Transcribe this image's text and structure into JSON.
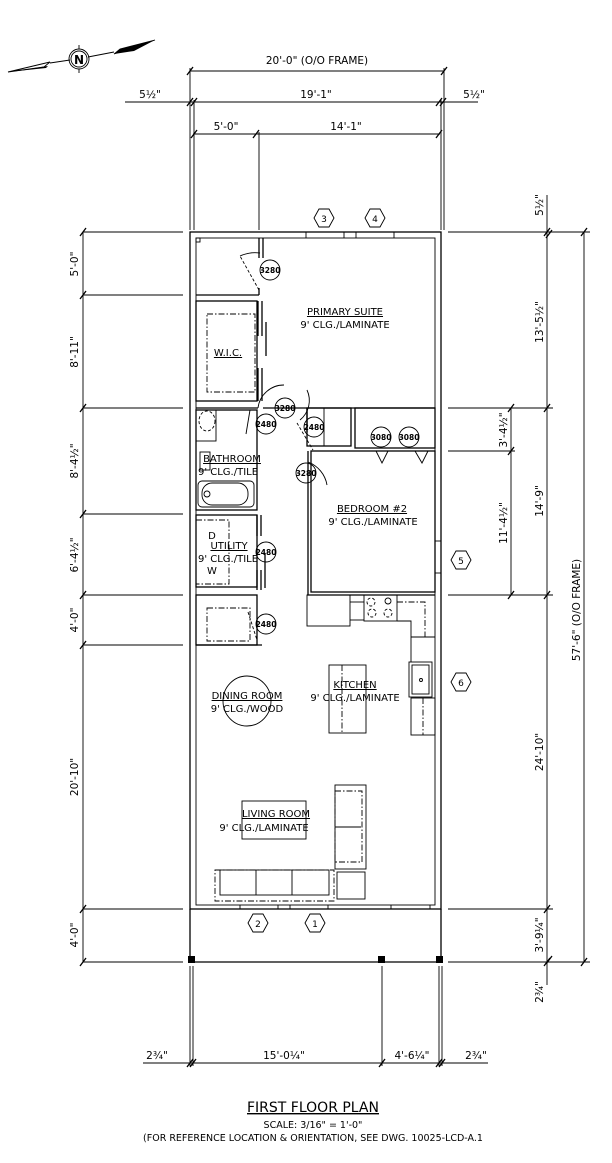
{
  "drawing": {
    "title": "FIRST FLOOR PLAN",
    "scale": "SCALE: 3/16\" = 1'-0\"",
    "reference_note": "(FOR REFERENCE LOCATION & ORIENTATION, SEE DWG. 10025-LCD-A.1",
    "north_arrow": "N"
  },
  "dimensions": {
    "top": {
      "overall": "20'-0\" (O/O FRAME)",
      "inner": "19'-1\"",
      "left_offset": "5½\"",
      "right_offset": "5½\"",
      "seg_left": "5'-0\"",
      "seg_right": "14'-1\""
    },
    "left": [
      "5'-0\"",
      "8'-11\"",
      "8'-4½\"",
      "6'-4½\"",
      "4'-0\"",
      "20'-10\"",
      "4'-0\""
    ],
    "right": {
      "top_offset": "5½\"",
      "seg1": "13'-5½\"",
      "seg2a": "3'-4½\"",
      "seg2b": "11'-4½\"",
      "seg2": "14'-9\"",
      "seg3": "24'-10\"",
      "seg4": "3'-9¼\"",
      "bottom_offset": "2¾\"",
      "overall": "57'-6\" (O/O FRAME)"
    },
    "bottom": {
      "left_offset": "2¾\"",
      "seg1": "15'-0¼\"",
      "seg2": "4'-6¼\"",
      "right_offset": "2¾\""
    }
  },
  "rooms": {
    "primary_suite": {
      "name": "PRIMARY SUITE",
      "spec": "9' CLG./LAMINATE"
    },
    "wic": {
      "name": "W.I.C."
    },
    "bathroom": {
      "name": "BATHROOM",
      "spec": "9' CLG./TILE"
    },
    "utility": {
      "name": "UTILITY",
      "spec": "9' CLG./TILE",
      "d": "D",
      "w": "W"
    },
    "bedroom2": {
      "name": "BEDROOM #2",
      "spec": "9' CLG./LAMINATE"
    },
    "dining": {
      "name": "DINING ROOM",
      "spec": "9' CLG./WOOD"
    },
    "kitchen": {
      "name": "KITCHEN",
      "spec": "9' CLG./LAMINATE"
    },
    "living": {
      "name": "LIVING ROOM",
      "spec": "9' CLG./LAMINATE"
    }
  },
  "door_tags": {
    "d1": "3280",
    "d2": "3280",
    "d3": "2480",
    "d4": "2480",
    "d5": "3280",
    "d6": "3080",
    "d7": "3080",
    "d8": "2480",
    "d9": "2480"
  },
  "elevation_markers": [
    "1",
    "2",
    "3",
    "4",
    "5",
    "6"
  ]
}
